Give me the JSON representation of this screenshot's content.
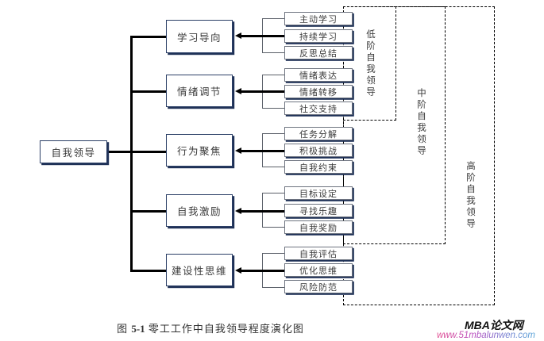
{
  "figure": {
    "caption_prefix": "图",
    "caption_number": "5-1",
    "caption_text": "零工工作中自我领导程度演化图"
  },
  "root": {
    "label": "自我领导"
  },
  "categories": [
    {
      "label": "学习导向"
    },
    {
      "label": "情绪调节"
    },
    {
      "label": "行为聚焦"
    },
    {
      "label": "自我激励"
    },
    {
      "label": "建设性思维"
    }
  ],
  "groups": [
    {
      "category": "学习导向",
      "items": [
        "主动学习",
        "持续学习",
        "反思总结"
      ]
    },
    {
      "category": "情绪调节",
      "items": [
        "情绪表达",
        "情绪转移",
        "社交支持"
      ]
    },
    {
      "category": "行为聚焦",
      "items": [
        "任务分解",
        "积极挑战",
        "自我约束"
      ]
    },
    {
      "category": "自我激励",
      "items": [
        "目标设定",
        "寻找乐趣",
        "自我奖励"
      ]
    },
    {
      "category": "建设性思维",
      "items": [
        "自我评估",
        "优化思维",
        "风险防范"
      ]
    }
  ],
  "levels": [
    {
      "label": "低阶自我领导"
    },
    {
      "label": "中阶自我领导"
    },
    {
      "label": "高阶自我领导"
    }
  ],
  "watermark": {
    "brand": "MBA论文网",
    "url": "www.51mbalunwen.com"
  },
  "colors": {
    "box_border": "#2b3f66",
    "box_shadow": "#1f3157",
    "leaf_border": "#6e7480",
    "line": "#000000",
    "text": "#3a3a3a"
  }
}
